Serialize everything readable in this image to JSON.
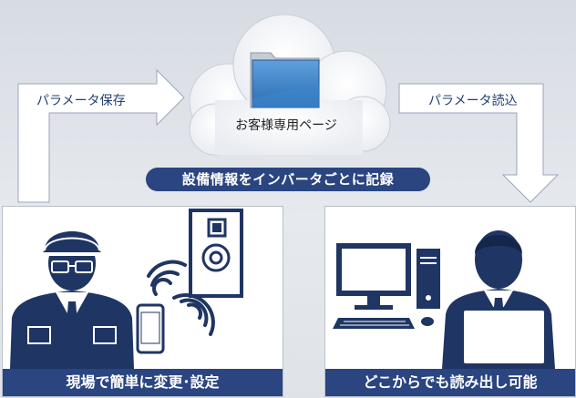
{
  "cloud": {
    "label": "お客様専用ページ"
  },
  "arrow_left": {
    "label": "パラメータ保存"
  },
  "arrow_right": {
    "label": "パラメータ読込"
  },
  "banner": {
    "text": "設備情報をインバータごとに記録"
  },
  "panel_left": {
    "caption": "現場で簡単に変更･設定"
  },
  "panel_right": {
    "caption": "どこからでも読み出し可能"
  },
  "colors": {
    "navy": "#2a4580",
    "arrow_fill": "#ffffff",
    "arrow_stroke": "#9aa6b8"
  }
}
